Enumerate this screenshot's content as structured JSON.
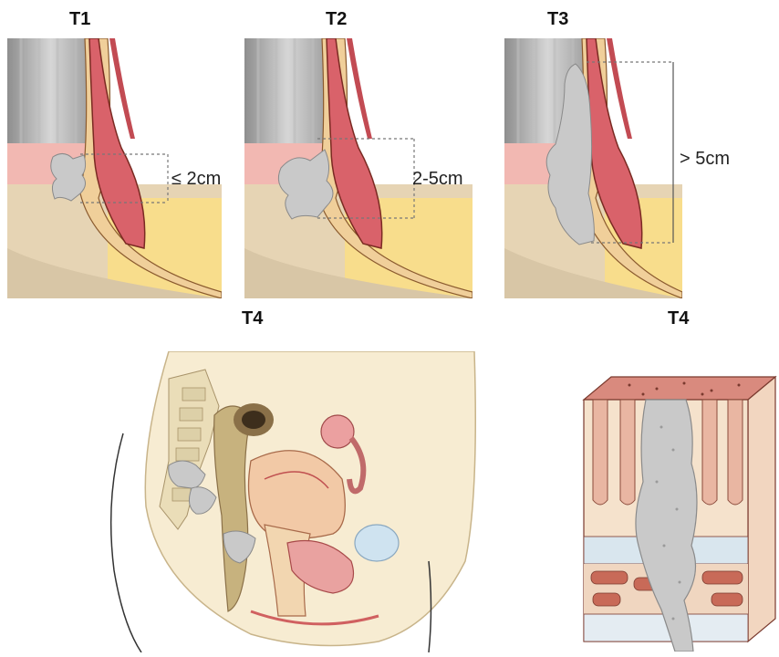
{
  "titles": {
    "t1": "T1",
    "t2": "T2",
    "t3": "T3",
    "t4_pelvis": "T4",
    "t4_block": "T4"
  },
  "measurements": {
    "t1": "≤ 2cm",
    "t2": "2-5cm",
    "t3": "> 5cm"
  },
  "colors": {
    "mucosa": "#d9626a",
    "muscle_outline": "#8a3a2e",
    "fat": "#f6d98a",
    "skin": "#e8d7b8",
    "tumor": "#c9c9c9",
    "lumen_gray": "#9a9a9a"
  }
}
